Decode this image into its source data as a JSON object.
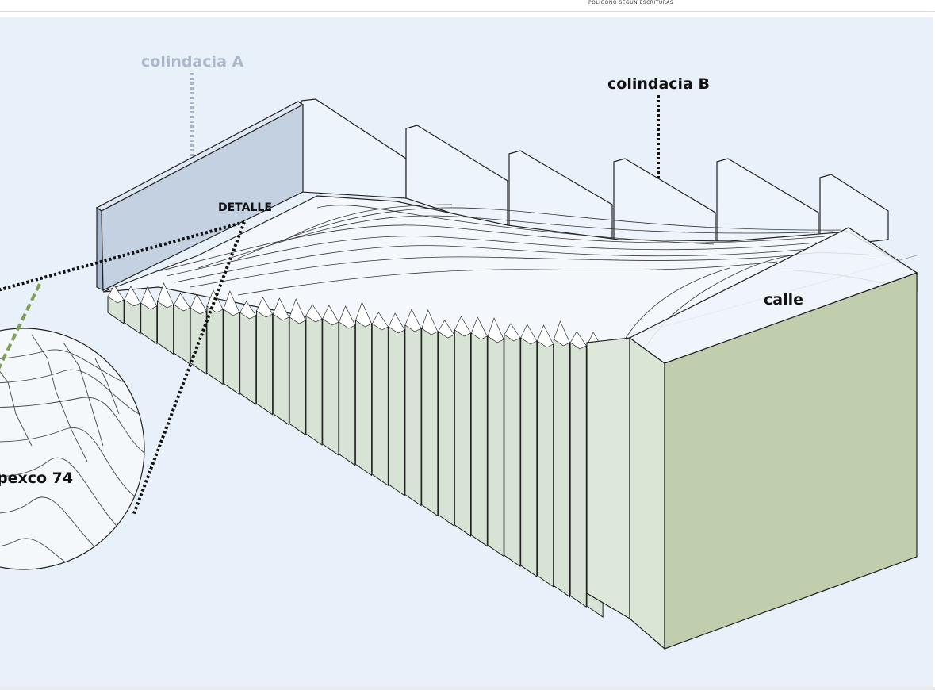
{
  "header": {
    "note": "POLIGONO SEGUN ESCRITURAS"
  },
  "labels": {
    "colindancia_a": "colindacia A",
    "colindancia_b": "colindacia B",
    "detalle": "DETALLE",
    "calle": "calle",
    "detail_caption": "pexco 74"
  },
  "colors": {
    "background": "#e8f1fa",
    "wall_blue": "#c3d1e1",
    "terrain_section": "#d6e3d5",
    "front_face": "#c0cead",
    "label_a": "#a9b7c8",
    "label_dark": "#111111",
    "accent_green_dash": "#7f9f54"
  }
}
